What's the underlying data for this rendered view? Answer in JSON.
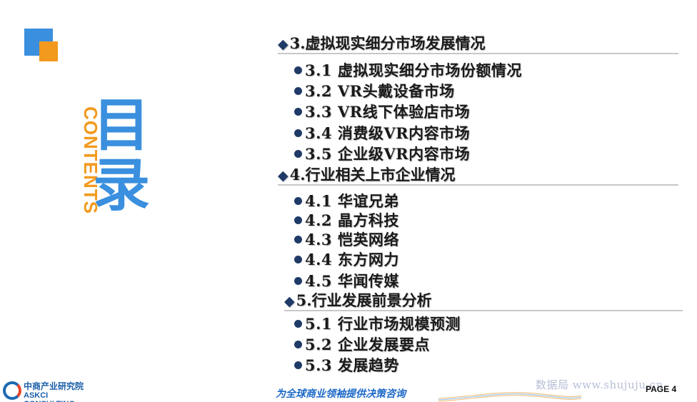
{
  "left_panel": {
    "contents": "CONTENTS",
    "title": "目录"
  },
  "toc": {
    "sections": [
      {
        "title": "3.虚拟现实细分市场发展情况",
        "items": [
          "3.1 虚拟现实细分市场份额情况",
          "3.2 VR头戴设备市场",
          "3.3 VR线下体验店市场",
          "3.4 消费级VR内容市场",
          "3.5 企业级VR内容市场"
        ]
      },
      {
        "title": "4.行业相关上市企业情况",
        "items": [
          "4.1 华谊兄弟",
          "4.2 晶方科技",
          "4.3 恺英网络",
          "4.4 东方网力",
          "4.5 华闻传媒"
        ]
      },
      {
        "title": "5.行业发展前景分析",
        "items": [
          "5.1 行业市场规模预测",
          "5.2 企业发展要点",
          "5.3 发展趋势"
        ]
      }
    ]
  },
  "footer": {
    "logo_cn": "中商产业研究院",
    "logo_en": "ASKCI CONSULTING",
    "slogan": "为全球商业领袖提供决策咨询",
    "watermark": "数据局 www.shujuju.cn",
    "page": "PAGE 4"
  },
  "colors": {
    "accent_blue": "#3a8fde",
    "accent_orange": "#f29a1e",
    "bullet_navy": "#1f3a67"
  }
}
